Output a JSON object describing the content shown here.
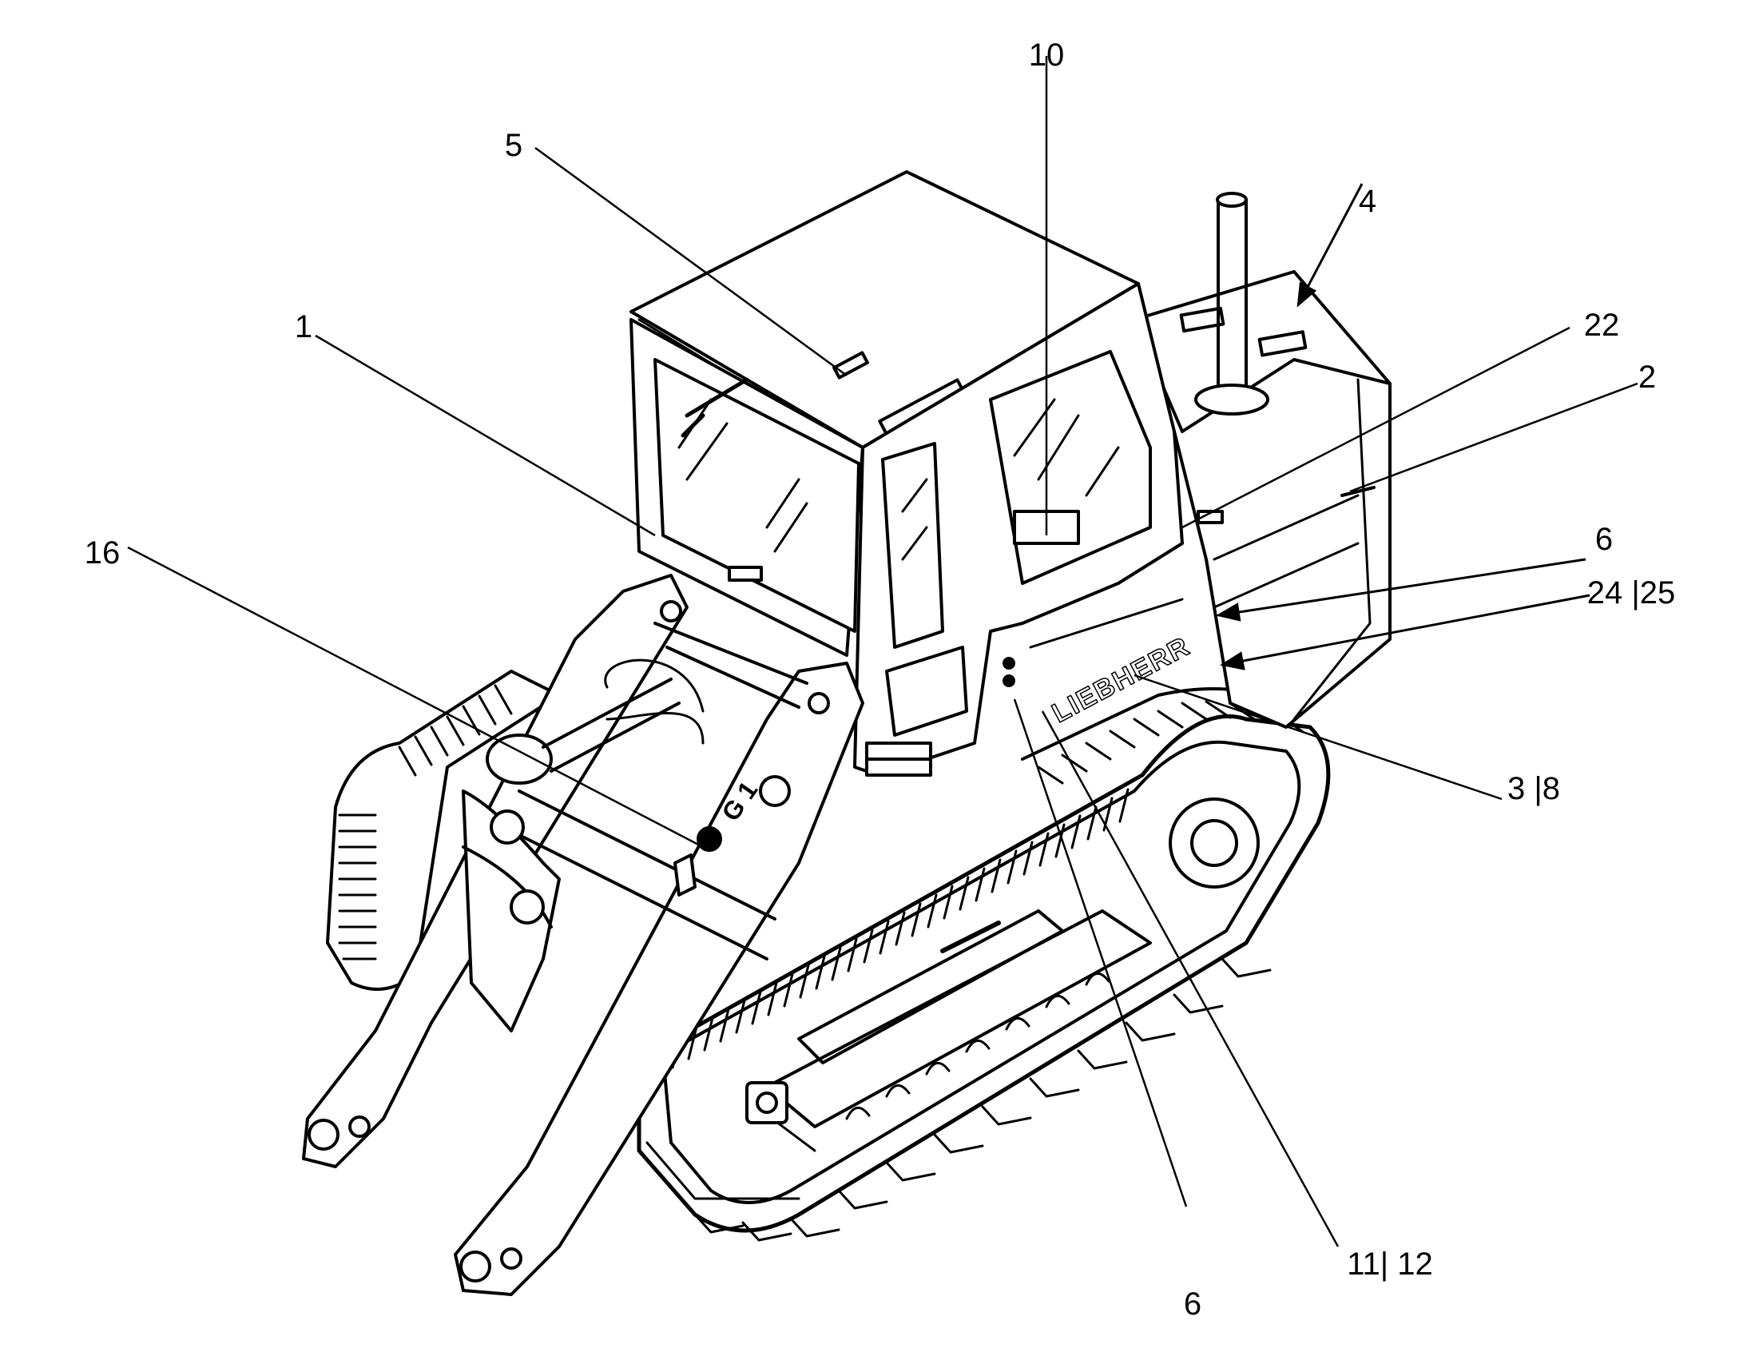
{
  "colors": {
    "ink": "#000000",
    "paper": "#ffffff"
  },
  "machine": {
    "brand_decal": "LIEBHERR",
    "arm_decal": "G 1"
  },
  "callouts": [
    {
      "id": "c1",
      "label": "1"
    },
    {
      "id": "c2",
      "label": "2"
    },
    {
      "id": "c3_8",
      "label": "3 |8"
    },
    {
      "id": "c4",
      "label": "4"
    },
    {
      "id": "c5",
      "label": "5"
    },
    {
      "id": "c6a",
      "label": "6"
    },
    {
      "id": "c6b",
      "label": "6"
    },
    {
      "id": "c10",
      "label": "10"
    },
    {
      "id": "c11_12",
      "label": "11| 12"
    },
    {
      "id": "c16",
      "label": "16"
    },
    {
      "id": "c22",
      "label": "22"
    },
    {
      "id": "c24_25",
      "label": "24 |25"
    }
  ]
}
